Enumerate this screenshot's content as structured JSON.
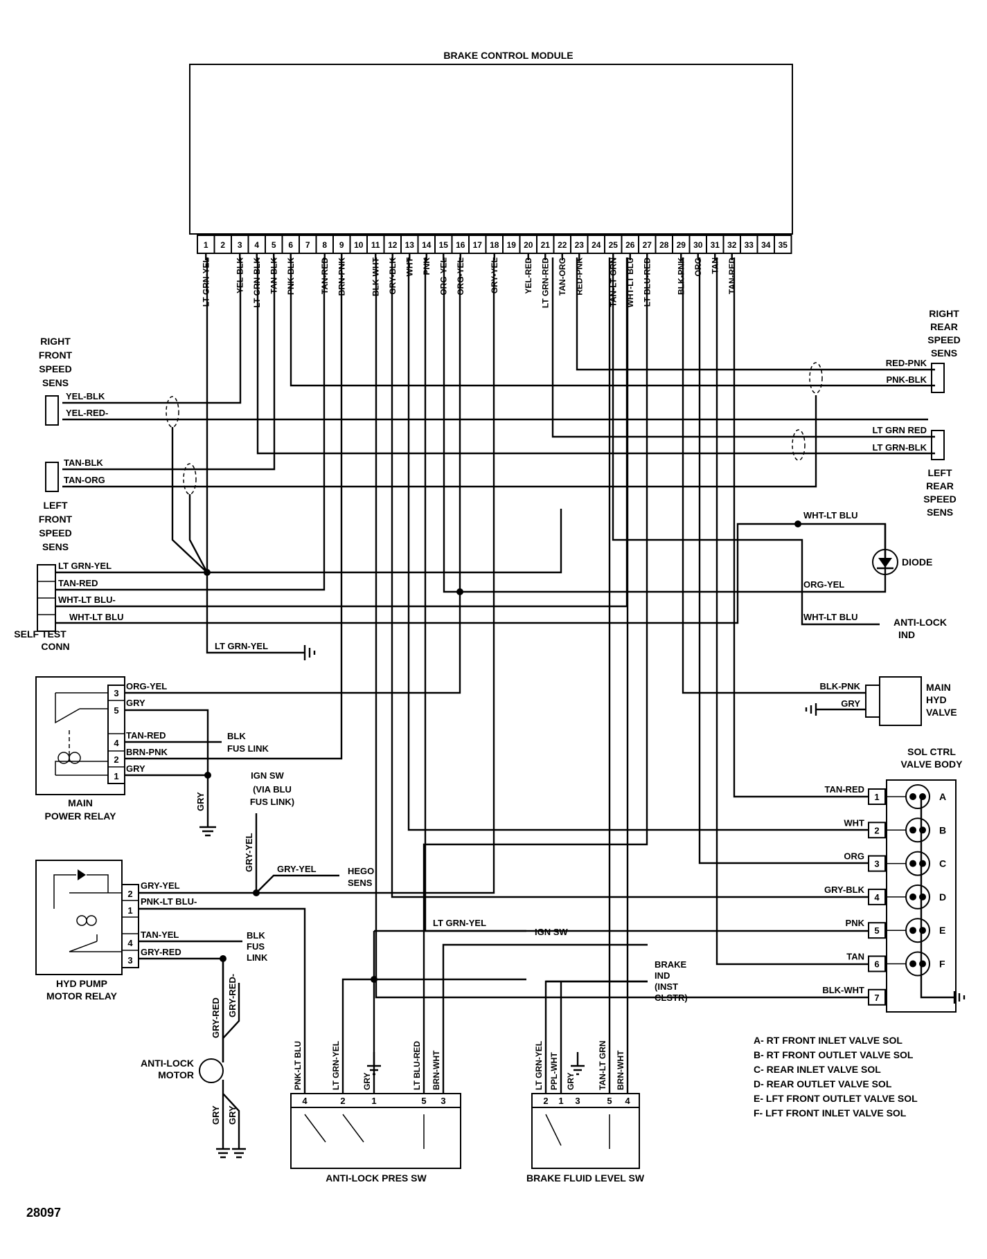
{
  "module": {
    "title": "BRAKE CONTROL MODULE",
    "pins": [
      "1",
      "2",
      "3",
      "4",
      "5",
      "6",
      "7",
      "8",
      "9",
      "10",
      "11",
      "12",
      "13",
      "14",
      "15",
      "16",
      "17",
      "18",
      "19",
      "20",
      "21",
      "22",
      "23",
      "24",
      "25",
      "26",
      "27",
      "28",
      "29",
      "30",
      "31",
      "32",
      "33",
      "34",
      "35"
    ],
    "wires": [
      {
        "pin": "1",
        "label": "LT GRN-YEL"
      },
      {
        "pin": "3",
        "label": "YEL-BLK"
      },
      {
        "pin": "4",
        "label": "LT GRN-BLK"
      },
      {
        "pin": "5",
        "label": "TAN-BLK"
      },
      {
        "pin": "6",
        "label": "PNK-BLK"
      },
      {
        "pin": "8",
        "label": "TAN-RED"
      },
      {
        "pin": "9",
        "label": "BRN-PNK"
      },
      {
        "pin": "11",
        "label": "BLK-WHT"
      },
      {
        "pin": "12",
        "label": "GRY-BLK"
      },
      {
        "pin": "13",
        "label": "WHT"
      },
      {
        "pin": "14",
        "label": "PNK"
      },
      {
        "pin": "15",
        "label": "ORG-YEL"
      },
      {
        "pin": "16",
        "label": "ORG-YEL"
      },
      {
        "pin": "18",
        "label": "GRY-YEL"
      },
      {
        "pin": "20",
        "label": "YEL-RED"
      },
      {
        "pin": "21",
        "label": "LT GRN-RED"
      },
      {
        "pin": "22",
        "label": "TAN-ORG"
      },
      {
        "pin": "23",
        "label": "RED-PNK"
      },
      {
        "pin": "25",
        "label": "TAN-LT GRN"
      },
      {
        "pin": "26",
        "label": "WHT-LT BLU"
      },
      {
        "pin": "27",
        "label": "LT BLU-RED"
      },
      {
        "pin": "29",
        "label": "BLK-PNK"
      },
      {
        "pin": "30",
        "label": "ORG"
      },
      {
        "pin": "31",
        "label": "TAN"
      },
      {
        "pin": "32",
        "label": "TAN-RED"
      }
    ]
  },
  "right_rear_sensor": {
    "name": [
      "RIGHT",
      "REAR",
      "SPEED",
      "SENS"
    ],
    "wires": [
      "RED-PNK",
      "PNK-BLK"
    ]
  },
  "left_rear_sensor": {
    "name": [
      "LEFT",
      "REAR",
      "SPEED",
      "SENS"
    ],
    "wires": [
      "LT GRN RED",
      "LT GRN-BLK"
    ]
  },
  "right_front_sensor": {
    "name": [
      "RIGHT",
      "FRONT",
      "SPEED",
      "SENS"
    ],
    "wires": [
      "YEL-BLK",
      "YEL-RED-"
    ]
  },
  "left_front_sensor": {
    "name": [
      "LEFT",
      "FRONT",
      "SPEED",
      "SENS"
    ],
    "wires": [
      "TAN-BLK",
      "TAN-ORG"
    ]
  },
  "self_test": {
    "name": [
      "SELF TEST",
      "CONN"
    ],
    "wires": [
      "LT GRN-YEL",
      "TAN-RED",
      "WHT-LT BLU-",
      "WHT-LT BLU"
    ]
  },
  "ground_lt_grn_yel": "LT GRN-YEL",
  "diode": {
    "label": "DIODE",
    "wire_top": "WHT-LT BLU",
    "wire_bottom": "ORG-YEL"
  },
  "anti_lock_ind": {
    "wire": "WHT-LT BLU",
    "label": [
      "ANTI-LOCK",
      "IND"
    ]
  },
  "main_hyd_valve": {
    "label": [
      "MAIN",
      "HYD",
      "VALVE"
    ],
    "wires": [
      "BLK-PNK",
      "GRY"
    ]
  },
  "main_power_relay": {
    "label": [
      "MAIN",
      "POWER RELAY"
    ],
    "pins": [
      "3",
      "5",
      "4",
      "2",
      "1"
    ],
    "wires": [
      "ORG-YEL",
      "GRY",
      "TAN-RED",
      "BRN-PNK",
      "GRY"
    ],
    "fus_link": [
      "BLK",
      "FUS LINK"
    ],
    "gnd_wire": "GRY"
  },
  "ign_sw": {
    "label": [
      "IGN SW",
      "(VIA BLU",
      "FUS LINK)"
    ],
    "wire": "GRY-YEL"
  },
  "hego": {
    "wire": "GRY-YEL",
    "label": [
      "HEGO",
      "SENS"
    ]
  },
  "sol_ctrl": {
    "title": [
      "SOL CTRL",
      "VALVE BODY"
    ],
    "rows": [
      {
        "wire": "TAN-RED",
        "pin": "1",
        "letter": "A"
      },
      {
        "wire": "WHT",
        "pin": "2",
        "letter": "B"
      },
      {
        "wire": "ORG",
        "pin": "3",
        "letter": "C"
      },
      {
        "wire": "GRY-BLK",
        "pin": "4",
        "letter": "D"
      },
      {
        "wire": "PNK",
        "pin": "5",
        "letter": "E"
      },
      {
        "wire": "TAN",
        "pin": "6",
        "letter": "F"
      },
      {
        "wire": "BLK-WHT",
        "pin": "7",
        "letter": ""
      }
    ]
  },
  "legend": [
    "A- RT FRONT INLET VALVE SOL",
    "B- RT FRONT OUTLET VALVE SOL",
    "C- REAR INLET VALVE SOL",
    "D- REAR OUTLET VALVE SOL",
    "E- LFT FRONT OUTLET VALVE SOL",
    "F- LFT FRONT INLET VALVE SOL"
  ],
  "hyd_pump_relay": {
    "label": [
      "HYD PUMP",
      "MOTOR RELAY"
    ],
    "pins": [
      "2",
      "1",
      "4",
      "3"
    ],
    "wires": [
      "GRY-YEL",
      "PNK-LT BLU-",
      "TAN-YEL",
      "GRY-RED"
    ],
    "fus_link": [
      "BLK",
      "FUS",
      "LINK"
    ]
  },
  "ign_sw2": {
    "wire": "LT GRN-YEL",
    "label": "IGN SW"
  },
  "brake_ind": {
    "label": [
      "BRAKE",
      "IND",
      "(INST",
      "CLSTR)"
    ]
  },
  "motor": {
    "label": [
      "ANTI-LOCK",
      "MOTOR"
    ],
    "wires_top": [
      "GRY-RED",
      "GRY-RED-"
    ],
    "wires_bottom": [
      "GRY",
      "GRY"
    ]
  },
  "pres_sw": {
    "label": "ANTI-LOCK PRES SW",
    "wires": [
      "PNK-LT BLU",
      "LT GRN-YEL",
      "GRY",
      "LT BLU-RED",
      "BRN-WHT"
    ],
    "pins": [
      "4",
      "2",
      "1",
      "5",
      "3"
    ]
  },
  "fluid_sw": {
    "label": "BRAKE FLUID LEVEL SW",
    "wires": [
      "LT GRN-YEL",
      "PPL-WHT",
      "GRY",
      "TAN-LT GRN",
      "BRN-WHT"
    ],
    "pins": [
      "2",
      "1",
      "3",
      "5",
      "4"
    ]
  },
  "figure_number": "28097"
}
